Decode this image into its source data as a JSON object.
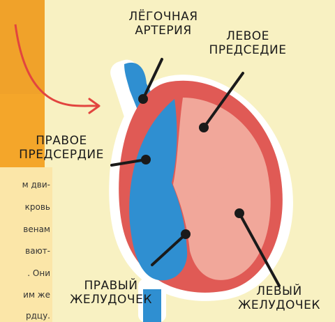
{
  "labels": {
    "pulmonary_artery_1": "ЛЁГОЧНАЯ",
    "pulmonary_artery_2": "АРТЕРИЯ",
    "left_atrium_1": "ЛЕВОЕ",
    "left_atrium_2": "ПРЕДСЕДИЕ",
    "right_atrium_1": "ПРАВОЕ",
    "right_atrium_2": "ПРЕДСЕРДИЕ",
    "right_ventricle_1": "ПРАВЫЙ",
    "right_ventricle_2": "ЖЕЛУДОЧЕК",
    "left_ventricle_1": "ЛЕВЫЙ",
    "left_ventricle_2": "ЖЕЛУДОЧЕК"
  },
  "cut_text": [
    "м дви-",
    "кровь",
    "венам",
    "вают-",
    ". Они",
    "им же",
    "рдцу."
  ],
  "colors": {
    "background": "#f8f1c2",
    "arrow": "#e2453f",
    "oxygen_poor": "#2f8fd1",
    "oxygen_rich": "#f1a79a",
    "heart_outline": "#e05a55"
  }
}
